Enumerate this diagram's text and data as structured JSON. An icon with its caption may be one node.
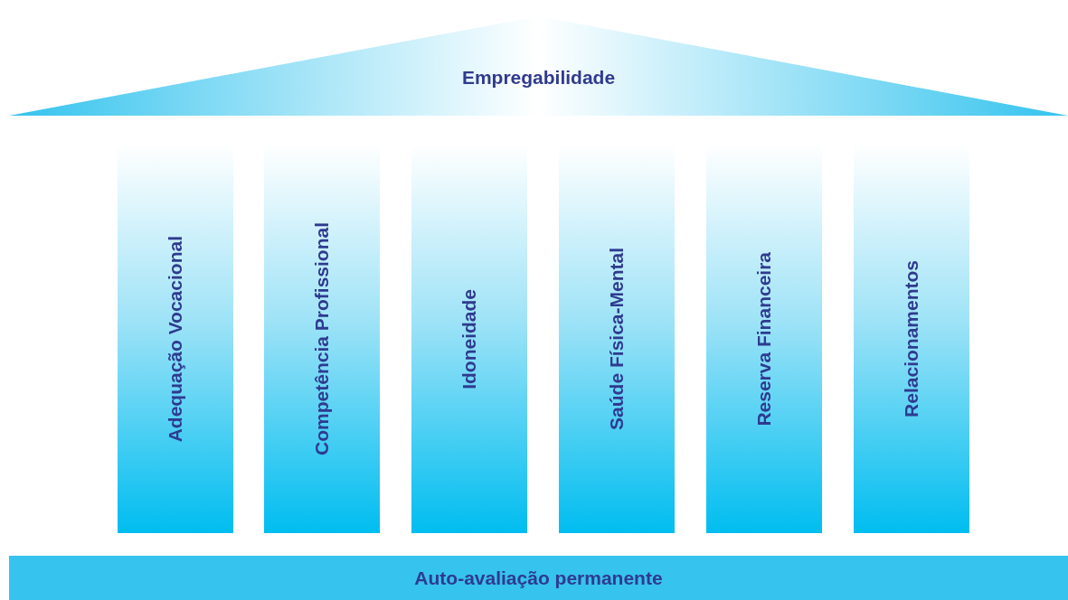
{
  "diagram": {
    "nodes": [
      {
        "text": [
          "Empregabilidade"
        ]
      },
      {
        "text": [
          "Adequação Vocacional"
        ]
      },
      {
        "text": [
          "Competência Profissional"
        ]
      },
      {
        "text": [
          "Idoneidade"
        ]
      },
      {
        "text": [
          "Saúde Física-Mental"
        ]
      },
      {
        "text": [
          "Reserva Financeira"
        ]
      },
      {
        "text": [
          "Relacionamentos"
        ]
      },
      {
        "text": [
          "Auto-avaliação permanente"
        ]
      }
    ]
  }
}
